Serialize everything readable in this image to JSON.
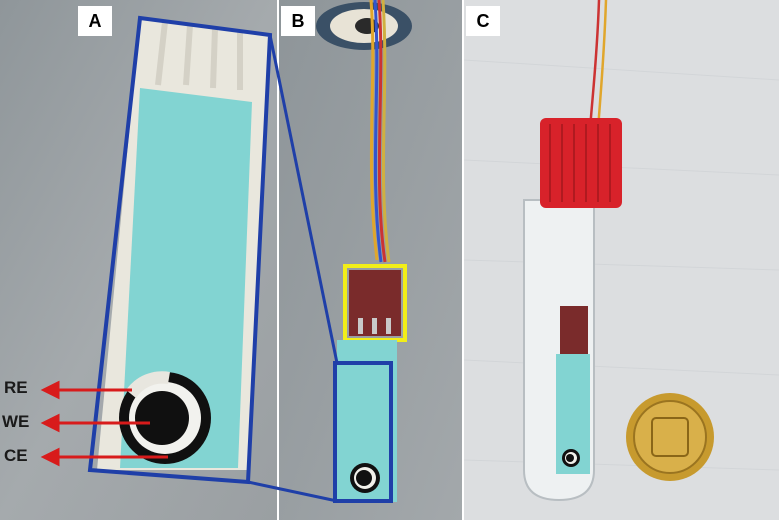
{
  "panels": {
    "a": {
      "label": "A"
    },
    "b": {
      "label": "B"
    },
    "c": {
      "label": "C"
    }
  },
  "electrodes": {
    "re": "RE",
    "we": "WE",
    "ce": "CE"
  },
  "colors": {
    "outline_blue": "#1f3fa8",
    "connector_highlight": "#f2ee18",
    "arrow_red": "#d81b1b",
    "strip_cyan": "#82d4d2",
    "cap_red": "#d8222a",
    "coin_gold": "#c79a2e"
  }
}
